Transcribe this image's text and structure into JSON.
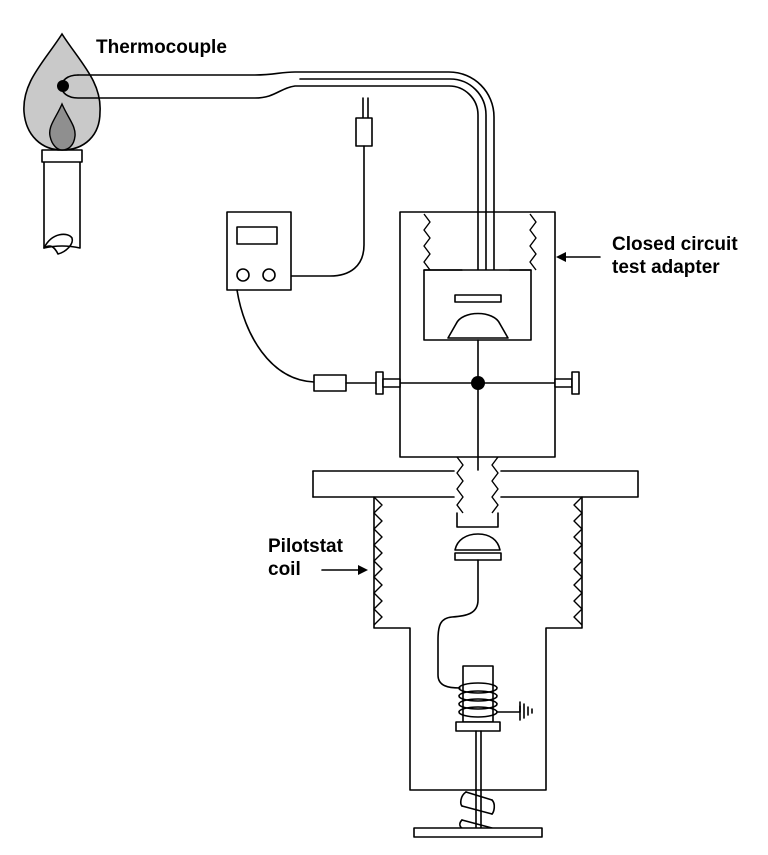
{
  "labels": {
    "thermocouple": "Thermocouple",
    "test_adapter_line1": "Closed circuit",
    "test_adapter_line2": "test adapter",
    "pilotstat_line1": "Pilotstat",
    "pilotstat_line2": "coil"
  },
  "colors": {
    "line": "#000000",
    "outer_flame": "#c9c9c9",
    "inner_flame": "#8f8f8f",
    "background": "#ffffff"
  }
}
